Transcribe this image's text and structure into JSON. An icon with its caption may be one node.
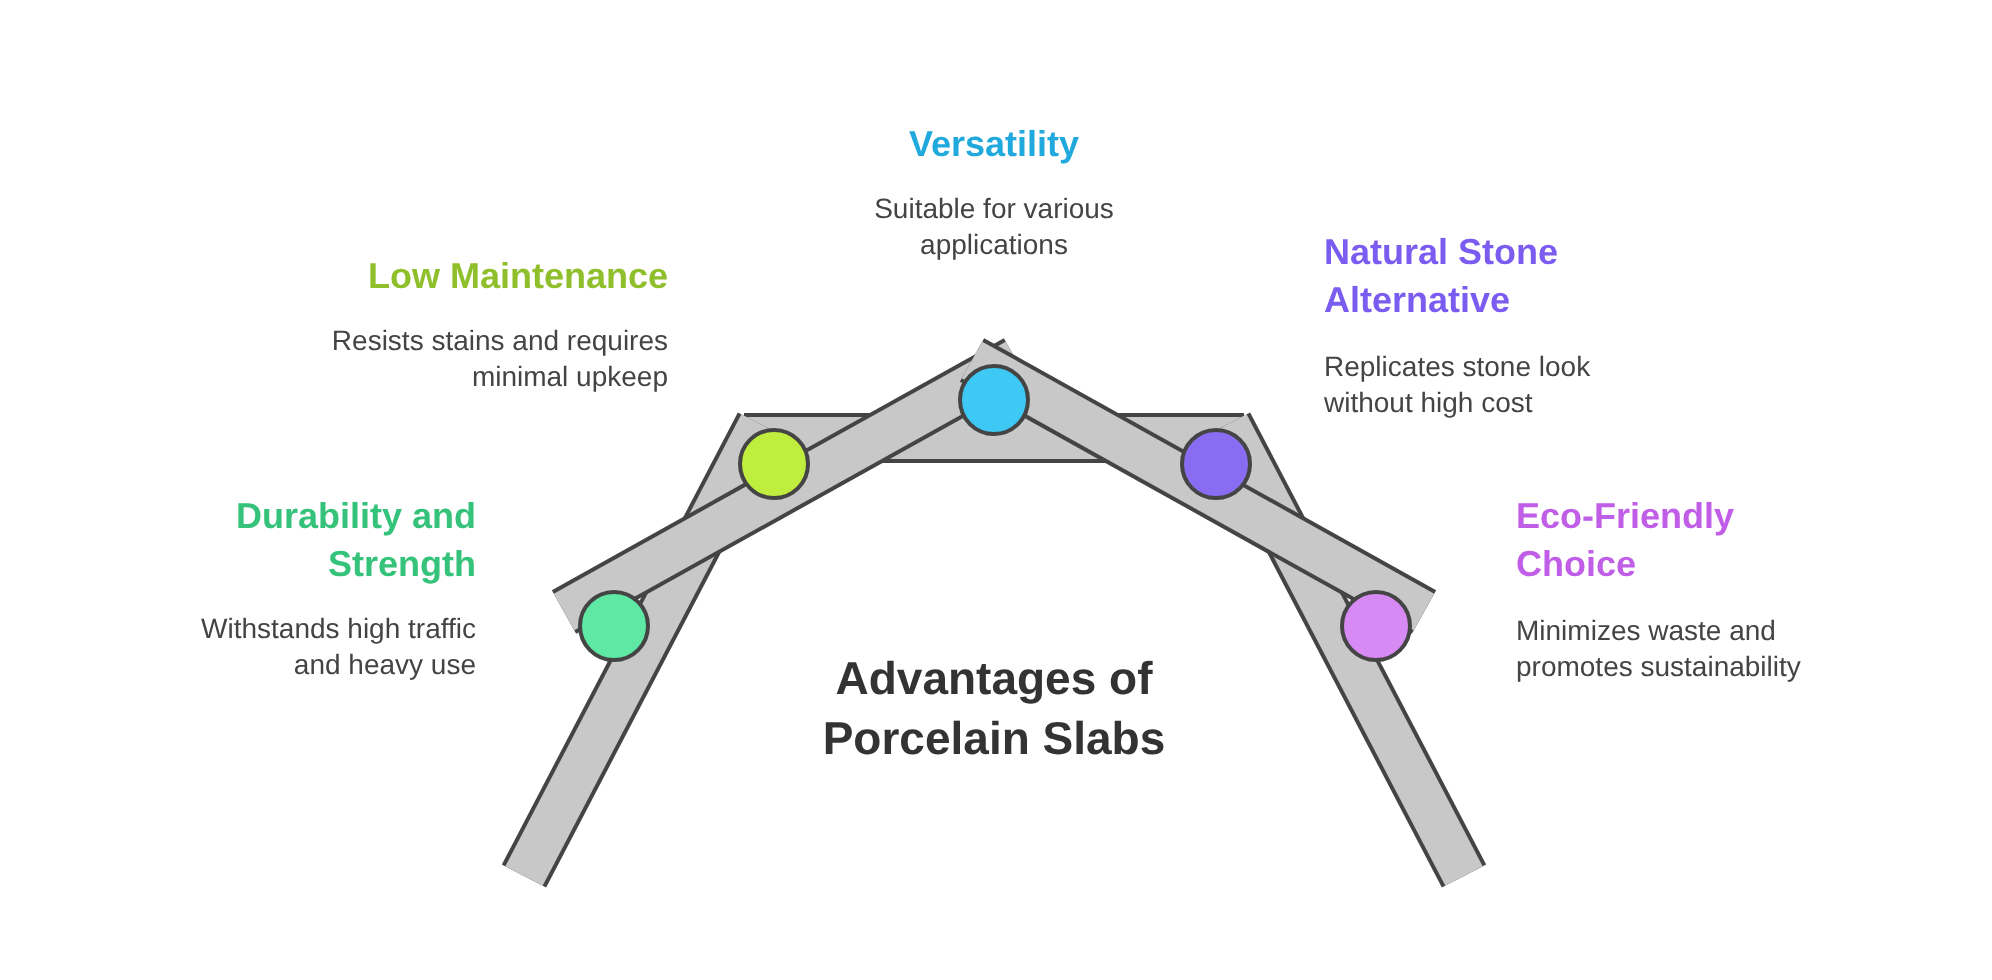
{
  "diagram": {
    "title": "Advantages of Porcelain Slabs",
    "nodes": [
      {
        "text": [],
        "shape": "circle",
        "beside": [
          "Durability and Strength",
          "Withstands high traffic and heavy use"
        ]
      },
      {
        "text": [],
        "shape": "circle",
        "beside": [
          "Low Maintenance",
          "Resists stains and requires minimal upkeep"
        ]
      },
      {
        "text": [],
        "shape": "circle",
        "beside": [
          "Versatility",
          "Suitable for various applications"
        ]
      },
      {
        "text": [],
        "shape": "circle",
        "beside": [
          "Natural Stone Alternative",
          "Replicates stone look without high cost"
        ]
      },
      {
        "text": [],
        "shape": "circle",
        "beside": [
          "Eco-Friendly Choice",
          "Minimizes waste and promotes sustainability"
        ]
      }
    ]
  }
}
